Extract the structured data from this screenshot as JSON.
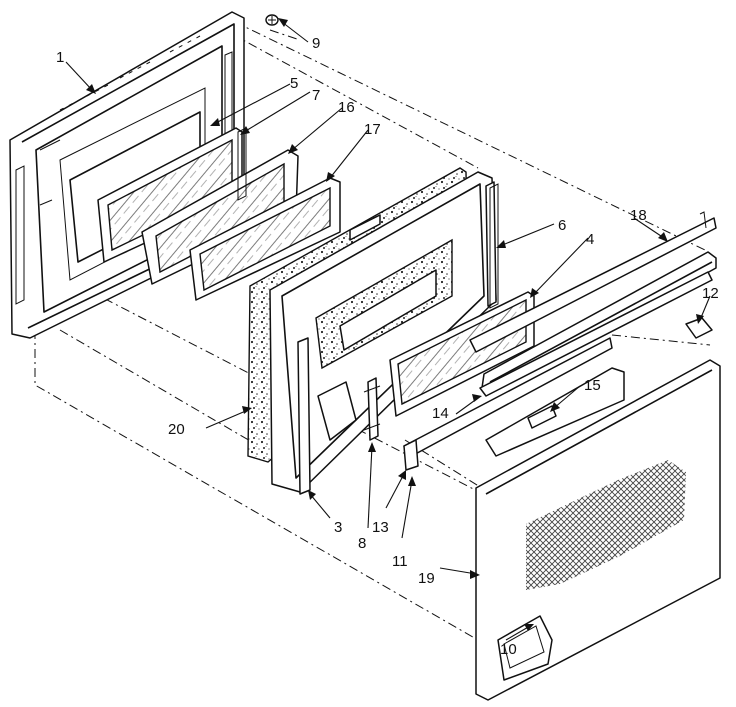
{
  "labels": {
    "1": "1",
    "3": "3",
    "4": "4",
    "5": "5",
    "6": "6",
    "7": "7",
    "8": "8",
    "9": "9",
    "10": "10",
    "11": "11",
    "12": "12",
    "13": "13",
    "14": "14",
    "15": "15",
    "16": "16",
    "17": "17",
    "18": "18",
    "19": "19",
    "20": "20"
  }
}
